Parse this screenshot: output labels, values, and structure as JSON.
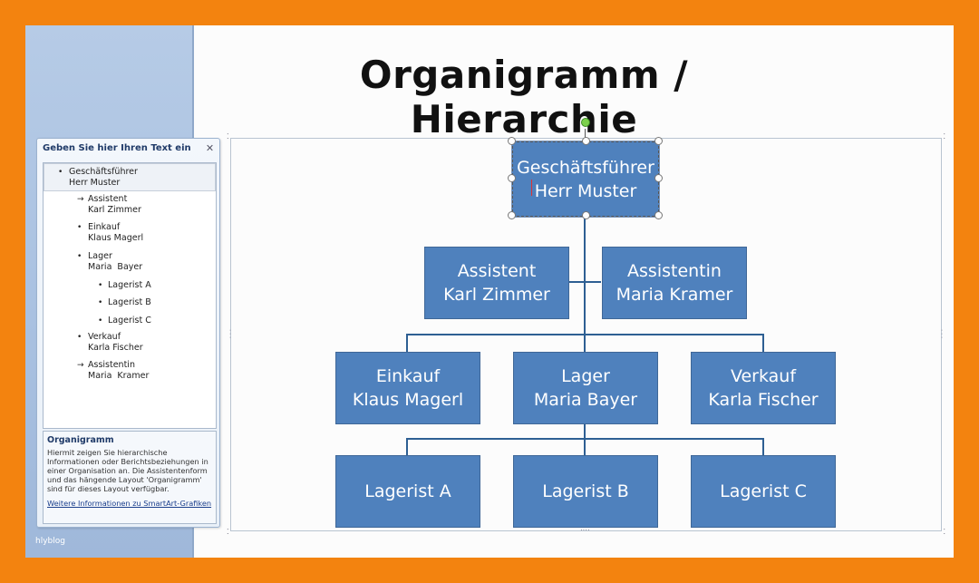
{
  "slide": {
    "title": "Organigramm / Hierarchie",
    "watermark": "hlyblog"
  },
  "text_pane": {
    "header": "Geben Sie hier Ihren Text ein",
    "close_icon": "close-x-icon",
    "items": [
      {
        "bullet": "•",
        "line1": "Geschäftsführer",
        "line2": "Herr Muster"
      },
      {
        "bullet": "→",
        "line1": "Assistent",
        "line2": "Karl Zimmer"
      },
      {
        "bullet": "•",
        "line1": "Einkauf",
        "line2": "Klaus Magerl"
      },
      {
        "bullet": "•",
        "line1": "Lager",
        "line2": "Maria  Bayer"
      },
      {
        "bullet": "•",
        "line1": "Lagerist A",
        "line2": ""
      },
      {
        "bullet": "•",
        "line1": "Lagerist B",
        "line2": ""
      },
      {
        "bullet": "•",
        "line1": "Lagerist C",
        "line2": ""
      },
      {
        "bullet": "•",
        "line1": "Verkauf",
        "line2": "Karla Fischer"
      },
      {
        "bullet": "→",
        "line1": "Assistentin",
        "line2": "Maria  Kramer"
      }
    ],
    "info_title": "Organigramm",
    "info_description": "Hiermit zeigen Sie hierarchische Informationen oder Berichtsbeziehungen in einer Organisation an. Die Assistentenform und das hängende Layout 'Organigramm' sind für dieses Layout verfügbar.",
    "info_link": "Weitere Informationen zu SmartArt-Grafiken"
  },
  "org_chart": {
    "ceo": {
      "title": "Geschäftsführer",
      "name": "Herr Muster"
    },
    "assistant_left": {
      "title": "Assistent",
      "name": "Karl Zimmer"
    },
    "assistant_right": {
      "title": "Assistentin",
      "name": "Maria Kramer"
    },
    "dept_einkauf": {
      "title": "Einkauf",
      "name": "Klaus Magerl"
    },
    "dept_lager": {
      "title": "Lager",
      "name": "Maria Bayer"
    },
    "dept_verkauf": {
      "title": "Verkauf",
      "name": "Karla Fischer"
    },
    "lagerist_a": "Lagerist A",
    "lagerist_b": "Lagerist B",
    "lagerist_c": "Lagerist C"
  },
  "colors": {
    "frame_orange": "#f3830f",
    "box_fill": "#4f81bd",
    "connector": "#2e5f93",
    "sidebar_blue": "#a9c1e1"
  }
}
